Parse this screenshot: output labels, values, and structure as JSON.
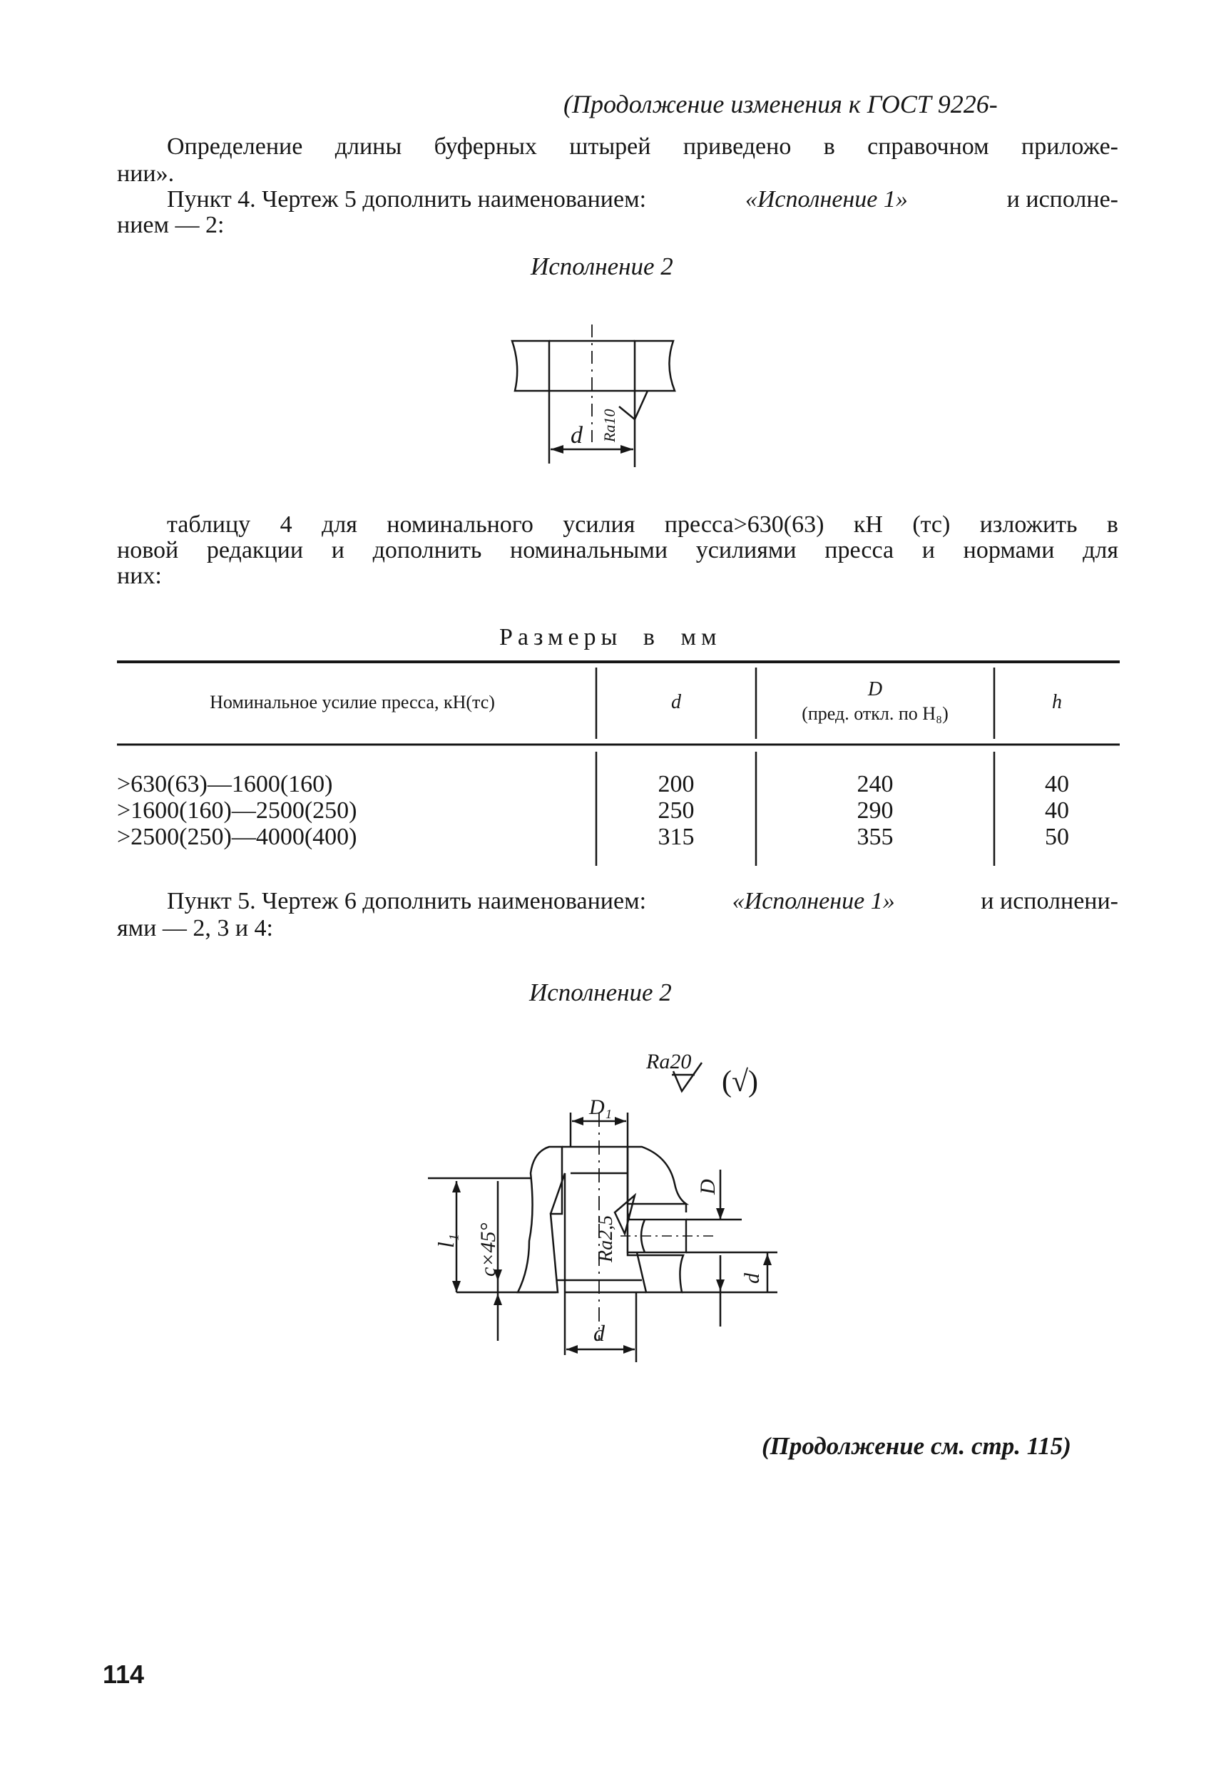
{
  "header": {
    "continuation": "(Продолжение изменения к ГОСТ 9226-"
  },
  "para1": {
    "line1": "Определение длины буферных штырей приведено в справочном приложе-",
    "line2": "нии»."
  },
  "para2": {
    "line1_start": "Пункт 4. Чертеж 5 дополнить наименованием:",
    "line1_italic": "«Исполнение 1»",
    "line1_end": "и исполне-",
    "line2": "нием — 2:"
  },
  "figure1": {
    "title": "Исполнение 2",
    "label_d": "d",
    "label_ra": "Ra10"
  },
  "para3": {
    "line1": "таблицу 4 для номинального усилия пресса>630(63) кН (тс) изложить в",
    "line2": "новой редакции и дополнить номинальными усилиями пресса и нормами для",
    "line3": "них:"
  },
  "table": {
    "caption": "Размеры в мм",
    "headers": {
      "col1": "Номинальное усилие пресса, кН(тс)",
      "col2": "d",
      "col3_line1": "D",
      "col3_line2": "(пред. откл. по H₈)",
      "col4": "h"
    },
    "rows": [
      {
        "force": ">630(63)—1600(160)",
        "d": "200",
        "D": "240",
        "h": "40"
      },
      {
        "force": ">1600(160)—2500(250)",
        "d": "250",
        "D": "290",
        "h": "40"
      },
      {
        "force": ">2500(250)—4000(400)",
        "d": "315",
        "D": "355",
        "h": "50"
      }
    ]
  },
  "para4": {
    "line1_start": "Пункт 5. Чертеж 6 дополнить наименованием:",
    "line1_italic": "«Исполнение 1»",
    "line1_end": "и исполнени-",
    "line2": "ями — 2, 3 и 4:"
  },
  "figure2": {
    "title": "Исполнение 2",
    "label_ra20": "Ra20",
    "label_check": "(√)",
    "label_D1": "D₁",
    "label_D": "D",
    "label_l1": "l₁",
    "label_c45": "c×45°",
    "label_ra25": "Ra2,5",
    "label_d_small": "d",
    "label_d": "d"
  },
  "footer": {
    "continuation": "(Продолжение см. стр. 115)",
    "page_number": "114"
  }
}
